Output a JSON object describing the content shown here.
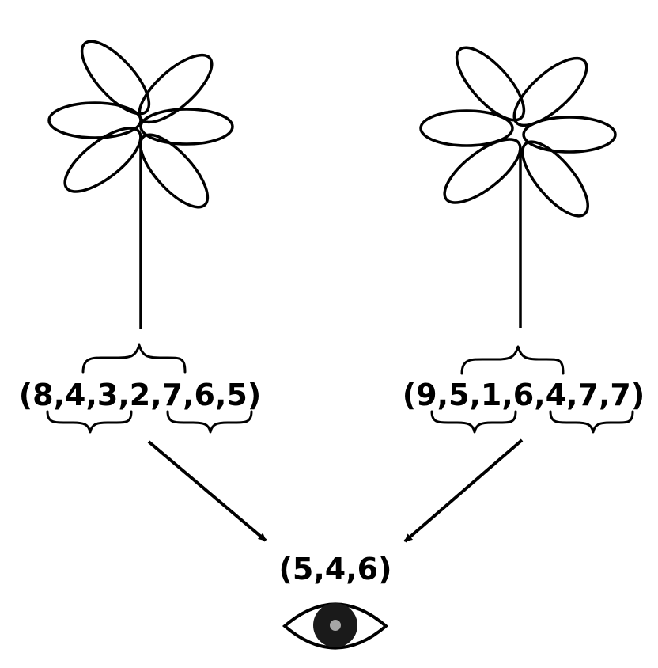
{
  "left_sequence": "(8,4,3,2,7,6,5)",
  "right_sequence": "(9,5,1,6,4,7,7)",
  "result": "(5,4,6)",
  "colors": {
    "ink": "#000000",
    "pupil": "#1a1a1a",
    "iris_highlight": "#a6a6a6"
  }
}
